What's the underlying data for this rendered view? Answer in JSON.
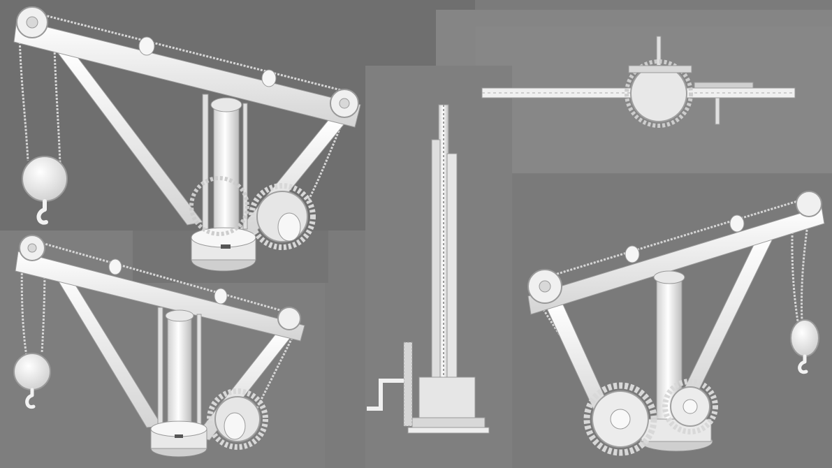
{
  "image": {
    "subject": "crane-render-sheet",
    "views": [
      "perspective-left",
      "perspective-left-lower",
      "side-elevation",
      "top-plan",
      "perspective-right"
    ]
  },
  "colors": {
    "background": "#7b7b7b",
    "panel_dark": "#727272",
    "panel_light": "#848484",
    "model": "#f2f2f2",
    "model_shade": "#c9c9c9",
    "outline": "#8a8a8a",
    "chain": "#d6d6d6"
  }
}
